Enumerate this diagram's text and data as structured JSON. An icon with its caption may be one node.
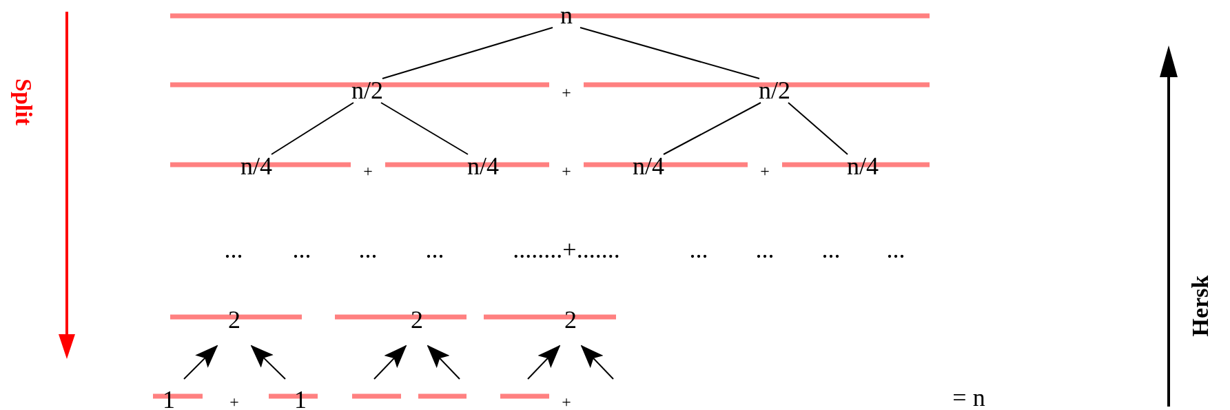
{
  "diagram": {
    "nodes": [
      {
        "text": [
          "n"
        ]
      },
      {
        "text": [
          "n/2"
        ]
      },
      {
        "text": [
          "n/2"
        ]
      },
      {
        "text": [
          "n/4"
        ]
      },
      {
        "text": [
          "n/4"
        ]
      },
      {
        "text": [
          "n/4"
        ]
      },
      {
        "text": [
          "n/4"
        ]
      },
      {
        "text": [
          "2"
        ]
      },
      {
        "text": [
          "2"
        ]
      },
      {
        "text": [
          "2"
        ]
      },
      {
        "text": [
          "1"
        ]
      },
      {
        "text": [
          "1"
        ]
      }
    ],
    "edges": [
      {
        "from": 0,
        "to": 1,
        "arrow": "none"
      },
      {
        "from": 0,
        "to": 2,
        "arrow": "none"
      },
      {
        "from": 1,
        "to": 3,
        "arrow": "none"
      },
      {
        "from": 1,
        "to": 4,
        "arrow": "none"
      },
      {
        "from": 2,
        "to": 5,
        "arrow": "none"
      },
      {
        "from": 2,
        "to": 6,
        "arrow": "none"
      },
      {
        "from": 10,
        "to": 7,
        "arrow": "to"
      },
      {
        "from": 11,
        "to": 7,
        "arrow": "to"
      },
      {
        "from": null,
        "to": 8,
        "arrow": "to"
      },
      {
        "from": null,
        "to": 8,
        "arrow": "to"
      },
      {
        "from": null,
        "to": 9,
        "arrow": "to"
      },
      {
        "from": null,
        "to": 9,
        "arrow": "to"
      }
    ],
    "labels": [
      "Split",
      "+",
      "+",
      "+",
      "+",
      "...",
      "...",
      "...",
      "...",
      "........+.......",
      "...",
      "...",
      "...",
      "...",
      "+",
      "+",
      "= n",
      "Hersk"
    ]
  }
}
